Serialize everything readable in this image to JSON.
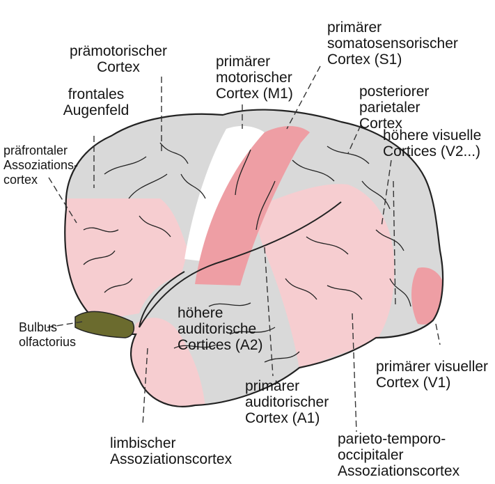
{
  "colors": {
    "background": "#ffffff",
    "cortex_gray": "#d9d9d9",
    "association_pink": "#f6cdd0",
    "primary_area_pink": "#ee9ea4",
    "motor_white": "#ffffff",
    "olfactory_bulb": "#6b6b2e",
    "outline": "#222222",
    "leader_line": "#333333"
  },
  "labels": {
    "premotor": "prämotorischer\nCortex",
    "frontal_eye_field": "frontales\nAugenfeld",
    "prefrontal": "präfrontaler\nAssoziations-\ncortex",
    "primary_motor": "primärer\nmotorischer\nCortex (M1)",
    "primary_somatosensory": "primärer\nsomatosensorischer\nCortex (S1)",
    "posterior_parietal": "posteriorer\nparietaler\nCortex",
    "higher_visual": "höhere visuelle\nCortices (V2...)",
    "olfactory_bulb": "Bulbus\nolfactorius",
    "higher_auditory": "höhere\nauditorische\nCortices (A2)",
    "primary_auditory": "primärer\nauditorischer\nCortex (A1)",
    "primary_visual": "primärer visueller\nCortex (V1)",
    "limbic": "limbischer\nAssoziationscortex",
    "parieto_temporo_occipital": "parieto-temporo-\noccipitaler\nAssoziationscortex"
  }
}
